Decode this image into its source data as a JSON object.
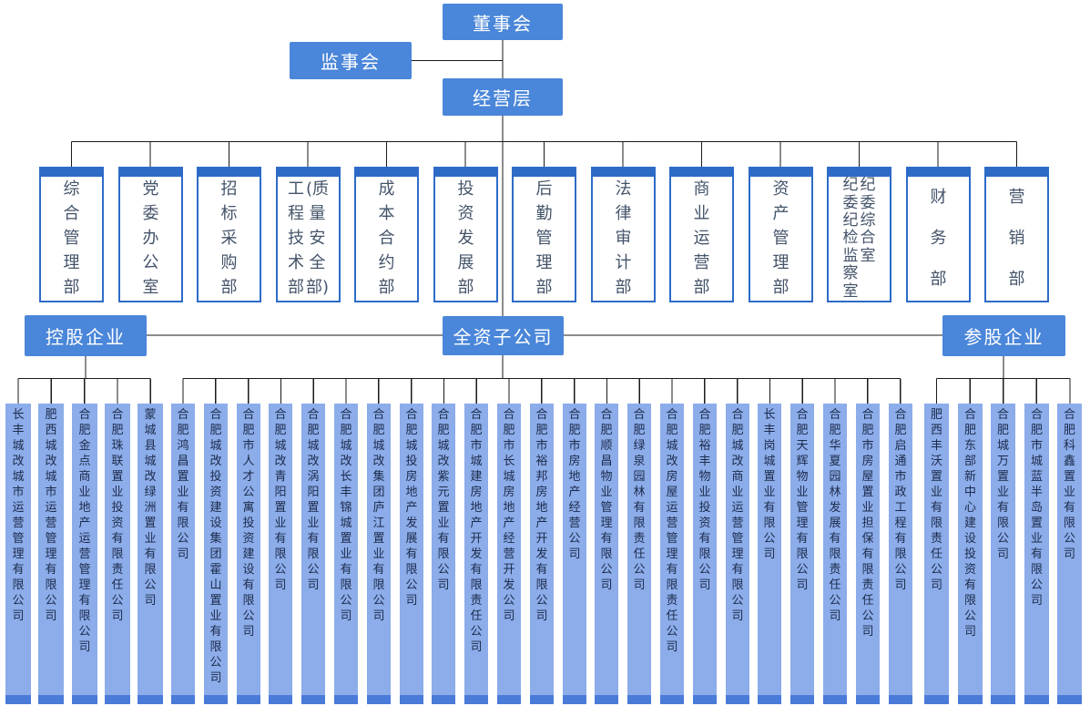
{
  "org": {
    "board": "董事会",
    "supervisory": "监事会",
    "management": "经营层",
    "holding": "控股企业",
    "wholly_owned": "全资子公司",
    "participating": "参股企业"
  },
  "departments": [
    {
      "name": "综合管理部",
      "columns": [
        "综合管理部"
      ]
    },
    {
      "name": "党委办公室",
      "columns": [
        "党委办公室"
      ]
    },
    {
      "name": "招标采购部",
      "columns": [
        "招标采购部"
      ]
    },
    {
      "name": "工程技术部(质量安全部)",
      "columns": [
        "工程技术部",
        "(质量安全部)"
      ]
    },
    {
      "name": "成本合约部",
      "columns": [
        "成本合约部"
      ]
    },
    {
      "name": "投资发展部",
      "columns": [
        "投资发展部"
      ]
    },
    {
      "name": "后勤管理部",
      "columns": [
        "后勤管理部"
      ]
    },
    {
      "name": "法律审计部",
      "columns": [
        "法律审计部"
      ]
    },
    {
      "name": "商业运营部",
      "columns": [
        "商业运营部"
      ]
    },
    {
      "name": "资产管理部",
      "columns": [
        "资产管理部"
      ]
    },
    {
      "name": "纪委纪检监察室(纪委综合室)",
      "columns": [
        "纪委纪检监察室",
        "纪委综合室"
      ]
    },
    {
      "name": "财务部",
      "columns": [
        "财务部"
      ]
    },
    {
      "name": "营销部",
      "columns": [
        "营销部"
      ]
    }
  ],
  "groups": {
    "holding_companies": [
      "长丰城改城市运营管理有限公司",
      "肥西城改城市运营管理有限公司",
      "合肥金点商业地产运营管理有限公司",
      "合肥珠联置业投资有限责任公司",
      "蒙城县城改绿洲置业有限公司"
    ],
    "wholly_owned_companies": [
      "合肥鸿昌置业有限公司",
      "合肥城改投资建设集团霍山置业有限公司",
      "合肥市人才公寓投资建设有限公司",
      "合肥城改青阳置业有限公司",
      "合肥城改涡阳置业有限公司",
      "合肥城改长丰锦城置业有限公司",
      "合肥城改集团庐江置业有限公司",
      "合肥城投房地产发展有限公司",
      "合肥城改紫元置业有限公司",
      "合肥市城建房地产开发有限责任公司",
      "合肥市长城房地产经营开发公司",
      "合肥市裕邦房地产开发有限公司",
      "合肥市房地产经营公司",
      "合肥顺昌物业管理有限公司",
      "合肥绿泉园林有限责任公司",
      "合肥城改房屋运营管理有限责任公司",
      "合肥裕丰物业投资有限公司",
      "合肥城改商业运营管理有限公司",
      "长丰岗城置业有限公司",
      "合肥天辉物业管理有限公司",
      "合肥华夏园林发展有限责任公司",
      "合肥市房屋置业担保有限责任公司",
      "合肥启通市政工程有限公司"
    ],
    "participating_companies": [
      "肥西丰沃置业有限责任公司",
      "合肥东部新中心建设投资有限公司",
      "合肥城万置业有限公司",
      "合肥市城蓝半岛置业有限公司",
      "合肥科鑫置业有限公司"
    ]
  },
  "colors": {
    "solid_box": "#4a86d9",
    "dept_header": "#2e6bc7",
    "dept_border": "#2e6bc7",
    "dept_text": "#44546a",
    "strip_bg": "#8cacea",
    "strip_footer": "#4a7bd8",
    "strip_text": "#1c2b4a",
    "line": "#1a1a1a"
  }
}
